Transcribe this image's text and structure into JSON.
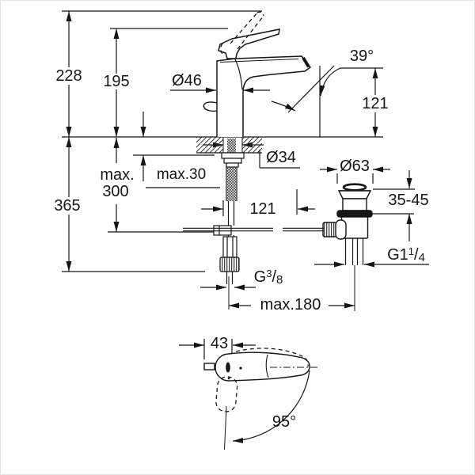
{
  "drawing": {
    "type": "technical-installation-diagram",
    "views": [
      "faucet-front-view",
      "pop-up-waste-side-view",
      "handle-top-view"
    ],
    "colors": {
      "line": "#161616",
      "background": "#ffffff"
    },
    "labels": {
      "total_height": "228",
      "height_to_spout_top": "195",
      "body_diameter": "Ø46",
      "aerator_angle": "39°",
      "outlet_height": "121",
      "max_mounting_depth_line1": "max.",
      "max_mounting_depth_line2": "300",
      "max_deck_thickness": "max.30",
      "deck_hole_diameter": "Ø34",
      "total_depth_below": "365",
      "waste_flange_diameter": "Ø63",
      "waste_deck_range": "35-45",
      "rod_offset": "121",
      "supply_thread": {
        "prefix": "G",
        "sup": "3",
        "slash": "/",
        "sub": "8"
      },
      "waste_thread": {
        "prefix": "G1",
        "sup": "1",
        "slash": "/",
        "sub": "4"
      },
      "max_rod_reach": "max.180",
      "handle_width": "43",
      "handle_swivel_angle": "95°"
    }
  }
}
